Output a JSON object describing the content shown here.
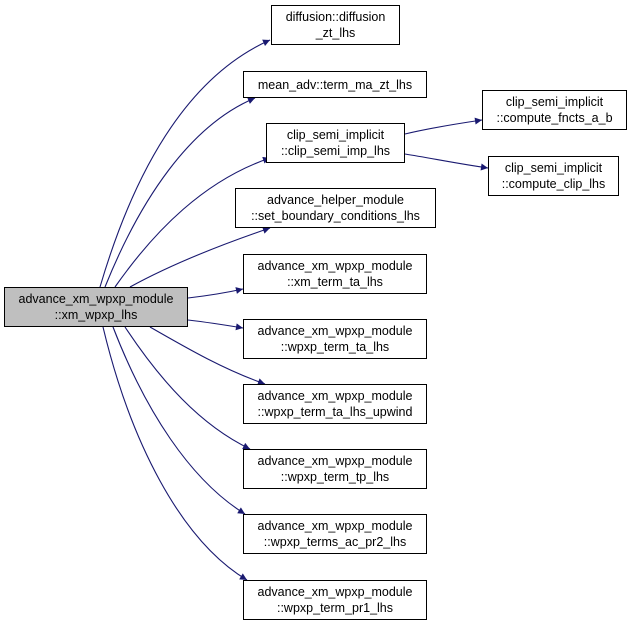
{
  "colors": {
    "edge": "#191970",
    "root_fill": "#bfbfbf",
    "node_fill": "#ffffff",
    "border": "#000000"
  },
  "nodes": {
    "root": {
      "line1": "advance_xm_wpxp_module",
      "line2": "::xm_wpxp_lhs"
    },
    "diffusion_zt_lhs": {
      "line1": "diffusion::diffusion",
      "line2": "_zt_lhs"
    },
    "term_ma_zt_lhs": {
      "line1": "mean_adv::term_ma_zt_lhs"
    },
    "clip_semi_imp_lhs": {
      "line1": "clip_semi_implicit",
      "line2": "::clip_semi_imp_lhs"
    },
    "compute_fncts_a_b": {
      "line1": "clip_semi_implicit",
      "line2": "::compute_fncts_a_b"
    },
    "compute_clip_lhs": {
      "line1": "clip_semi_implicit",
      "line2": "::compute_clip_lhs"
    },
    "set_boundary_conditions_lhs": {
      "line1": "advance_helper_module",
      "line2": "::set_boundary_conditions_lhs"
    },
    "xm_term_ta_lhs": {
      "line1": "advance_xm_wpxp_module",
      "line2": "::xm_term_ta_lhs"
    },
    "wpxp_term_ta_lhs": {
      "line1": "advance_xm_wpxp_module",
      "line2": "::wpxp_term_ta_lhs"
    },
    "wpxp_term_ta_lhs_upwind": {
      "line1": "advance_xm_wpxp_module",
      "line2": "::wpxp_term_ta_lhs_upwind"
    },
    "wpxp_term_tp_lhs": {
      "line1": "advance_xm_wpxp_module",
      "line2": "::wpxp_term_tp_lhs"
    },
    "wpxp_terms_ac_pr2_lhs": {
      "line1": "advance_xm_wpxp_module",
      "line2": "::wpxp_terms_ac_pr2_lhs"
    },
    "wpxp_term_pr1_lhs": {
      "line1": "advance_xm_wpxp_module",
      "line2": "::wpxp_term_pr1_lhs"
    }
  }
}
